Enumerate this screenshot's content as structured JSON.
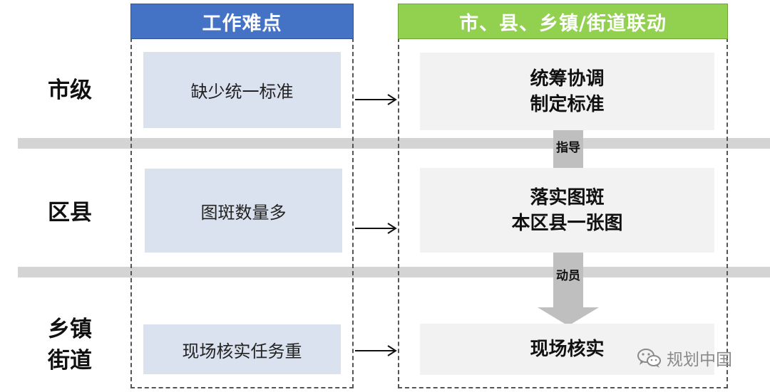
{
  "headers": {
    "difficulties": "工作难点",
    "linkage": "市、县、乡镇/街道联动"
  },
  "colors": {
    "difficulties_header": "#4472c4",
    "linkage_header": "#92d050",
    "difficulty_box": "#dbe2ef",
    "action_box": "#f2f2f2",
    "band": "#d4d4d4",
    "down_arrow": "#bfbfbf"
  },
  "levels": [
    {
      "label_lines": [
        "市级"
      ],
      "difficulty": "缺少统一标准",
      "action_lines": [
        "统筹协调",
        "制定标准"
      ]
    },
    {
      "label_lines": [
        "区县"
      ],
      "difficulty": "图斑数量多",
      "action_lines": [
        "落实图斑",
        "本区县一张图"
      ]
    },
    {
      "label_lines": [
        "乡镇",
        "街道"
      ],
      "difficulty": "现场核实任务重",
      "action_lines": [
        "现场核实"
      ]
    }
  ],
  "connectors": [
    {
      "label": "指导"
    },
    {
      "label": "动员"
    }
  ],
  "watermark": {
    "icon": "wechat-icon",
    "text": "规划中国"
  }
}
